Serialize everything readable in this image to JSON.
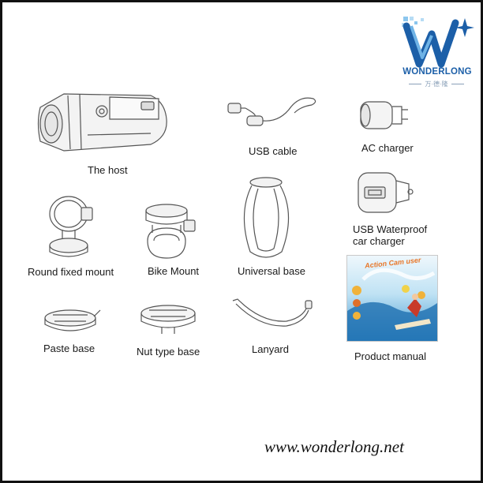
{
  "brand": {
    "name": "WONDERLONG",
    "chinese": "万·德·隆",
    "colors": {
      "primary": "#1c5fa8",
      "light": "#6fb3e6"
    }
  },
  "items": [
    {
      "id": "host",
      "label": "The host"
    },
    {
      "id": "usb-cable",
      "label": "USB cable"
    },
    {
      "id": "ac-charger",
      "label": "AC charger"
    },
    {
      "id": "usb-car-charger",
      "label": "USB Waterproof",
      "label2": "car charger"
    },
    {
      "id": "round-mount",
      "label": "Round fixed mount"
    },
    {
      "id": "bike-mount",
      "label": "Bike Mount"
    },
    {
      "id": "universal-base",
      "label": "Universal base"
    },
    {
      "id": "paste-base",
      "label": "Paste  base"
    },
    {
      "id": "nut-base",
      "label": "Nut type base"
    },
    {
      "id": "lanyard",
      "label": "Lanyard"
    },
    {
      "id": "manual",
      "label": "Product manual",
      "cover_title": "Action Cam user"
    }
  ],
  "footer": {
    "url": "www.wonderlong.net"
  }
}
